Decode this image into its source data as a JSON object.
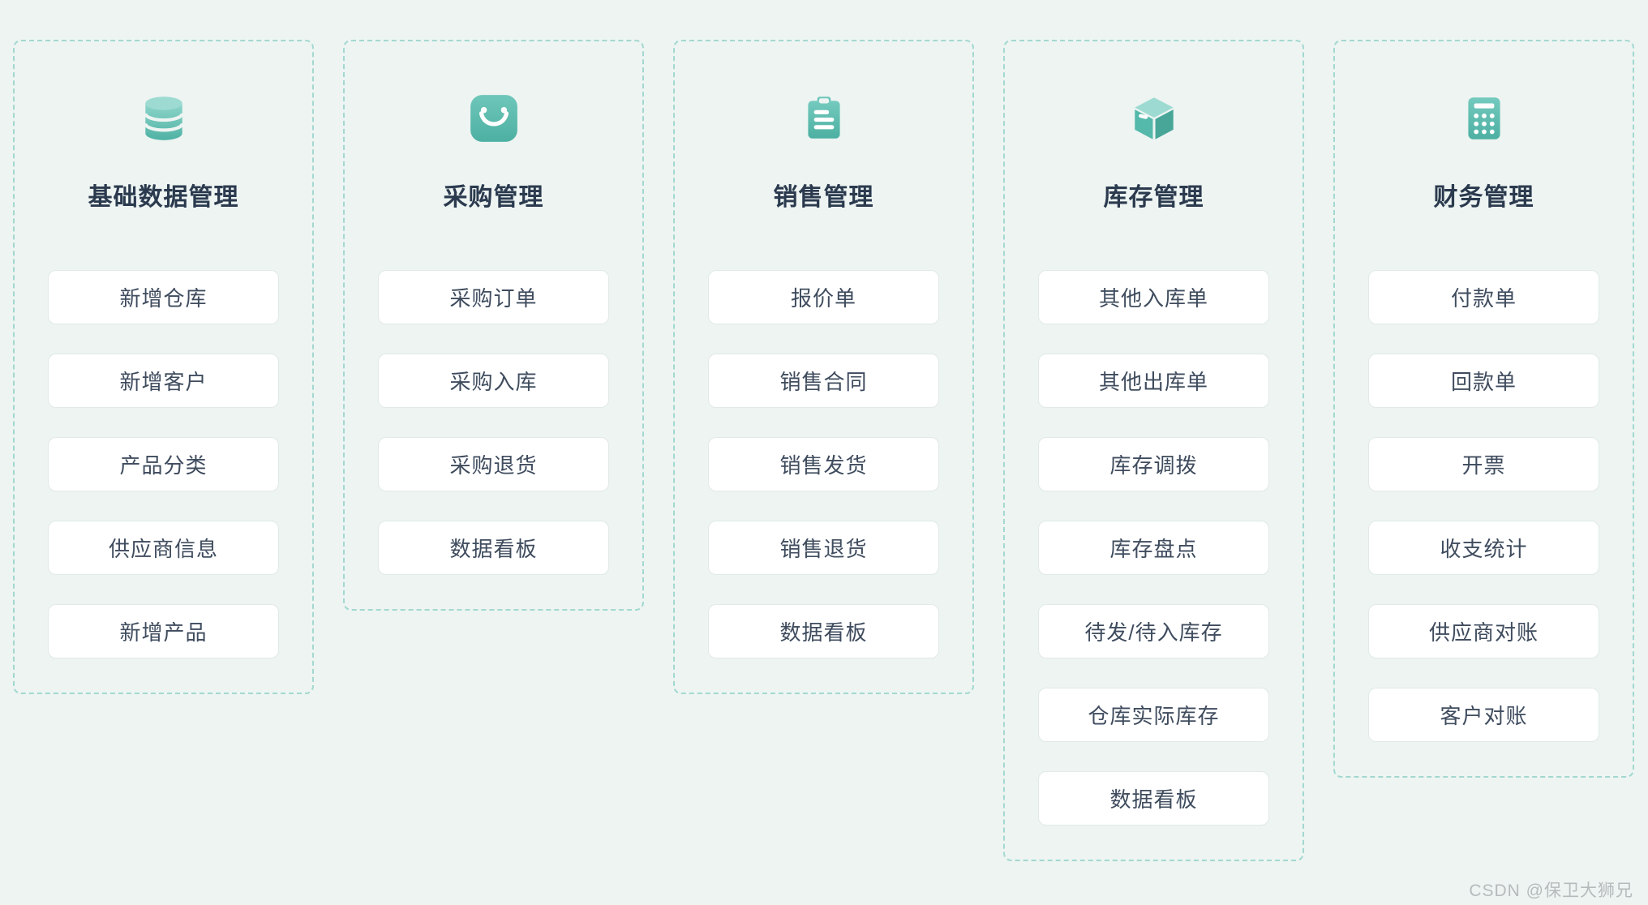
{
  "page": {
    "watermark": "CSDN @保卫大狮兄"
  },
  "colors": {
    "background": "#edf4f2",
    "dashed_border": "#a3d8d0",
    "icon_teal": "#54b8ab",
    "icon_teal_light": "#8ed5ca",
    "icon_teal_dark": "#459f92",
    "title_text": "#2b3a4e",
    "button_text": "#3f4c5e",
    "button_border": "#e1eae8",
    "button_bg": "#ffffff",
    "watermark_text": "#b7babc"
  },
  "columns": [
    {
      "title": "基础数据管理",
      "icon": "database-icon",
      "items": [
        "新增仓库",
        "新增客户",
        "产品分类",
        "供应商信息",
        "新增产品"
      ]
    },
    {
      "title": "采购管理",
      "icon": "shopping-bag-icon",
      "items": [
        "采购订单",
        "采购入库",
        "采购退货",
        "数据看板"
      ]
    },
    {
      "title": "销售管理",
      "icon": "clipboard-icon",
      "items": [
        "报价单",
        "销售合同",
        "销售发货",
        "销售退货",
        "数据看板"
      ]
    },
    {
      "title": "库存管理",
      "icon": "box-icon",
      "items": [
        "其他入库单",
        "其他出库单",
        "库存调拨",
        "库存盘点",
        "待发/待入库存",
        "仓库实际库存",
        "数据看板"
      ]
    },
    {
      "title": "财务管理",
      "icon": "calculator-icon",
      "items": [
        "付款单",
        "回款单",
        "开票",
        "收支统计",
        "供应商对账",
        "客户对账"
      ]
    }
  ]
}
